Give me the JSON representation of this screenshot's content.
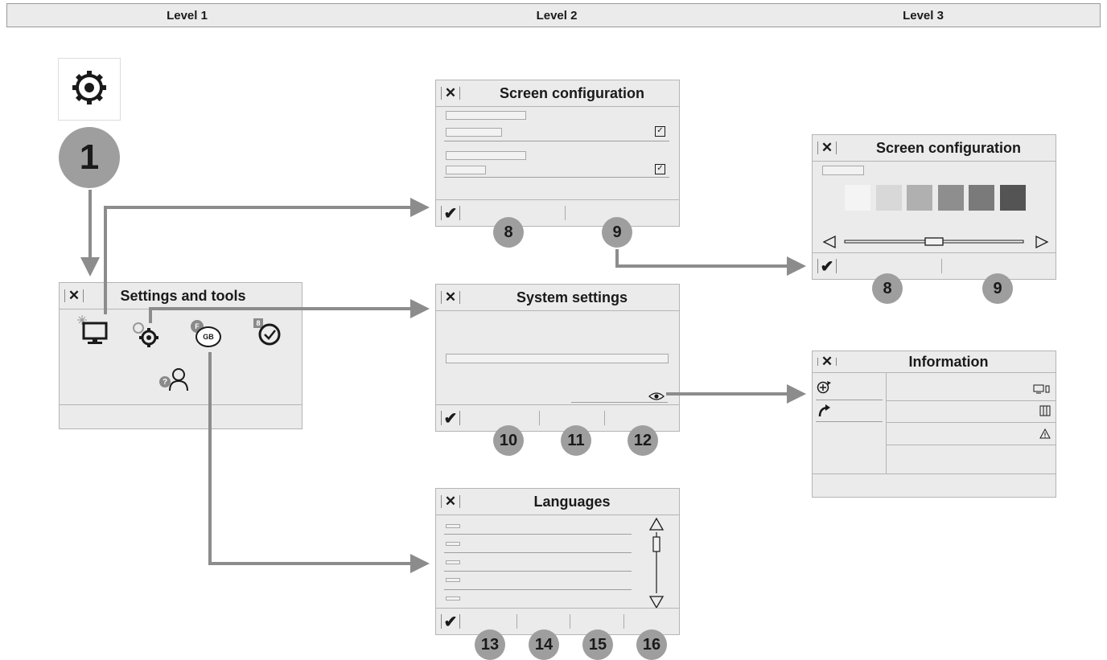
{
  "header": {
    "level1": "Level 1",
    "level2": "Level 2",
    "level3": "Level 3"
  },
  "step_badge": "1",
  "colors": {
    "arrow": "#8c8c8c",
    "badge": "#9e9e9e",
    "panel": "#ebebeb",
    "border": "#b4b4b4"
  },
  "panels": {
    "settings_tools": {
      "close": "✕",
      "title": "Settings and tools"
    },
    "screen_config_l2": {
      "close": "✕",
      "title": "Screen configuration",
      "ok": "✔",
      "badges": [
        "8",
        "9"
      ]
    },
    "system_settings": {
      "close": "✕",
      "title": "System settings",
      "ok": "✔",
      "badges": [
        "10",
        "11",
        "12"
      ]
    },
    "languages": {
      "close": "✕",
      "title": "Languages",
      "ok": "✔",
      "badges": [
        "13",
        "14",
        "15",
        "16"
      ]
    },
    "screen_config_l3": {
      "close": "✕",
      "title": "Screen configuration",
      "ok": "✔",
      "badges": [
        "8",
        "9"
      ],
      "swatches": [
        "#f4f4f4",
        "#d8d8d8",
        "#b0b0b0",
        "#8e8e8e",
        "#7a7a7a",
        "#545454"
      ]
    },
    "information": {
      "close": "✕",
      "title": "Information"
    }
  },
  "icon_names": [
    "gear-icon",
    "display-icon",
    "settings-gear-icon",
    "language-bubble-icon",
    "clock-icon",
    "help-user-icon",
    "eye-icon",
    "checkbox-icon",
    "scroll-up-icon",
    "scroll-down-icon",
    "warning-icon"
  ],
  "icon_text": {
    "lang_f": "F",
    "lang_gb": "GB",
    "clock_8": "8",
    "help": "?"
  }
}
